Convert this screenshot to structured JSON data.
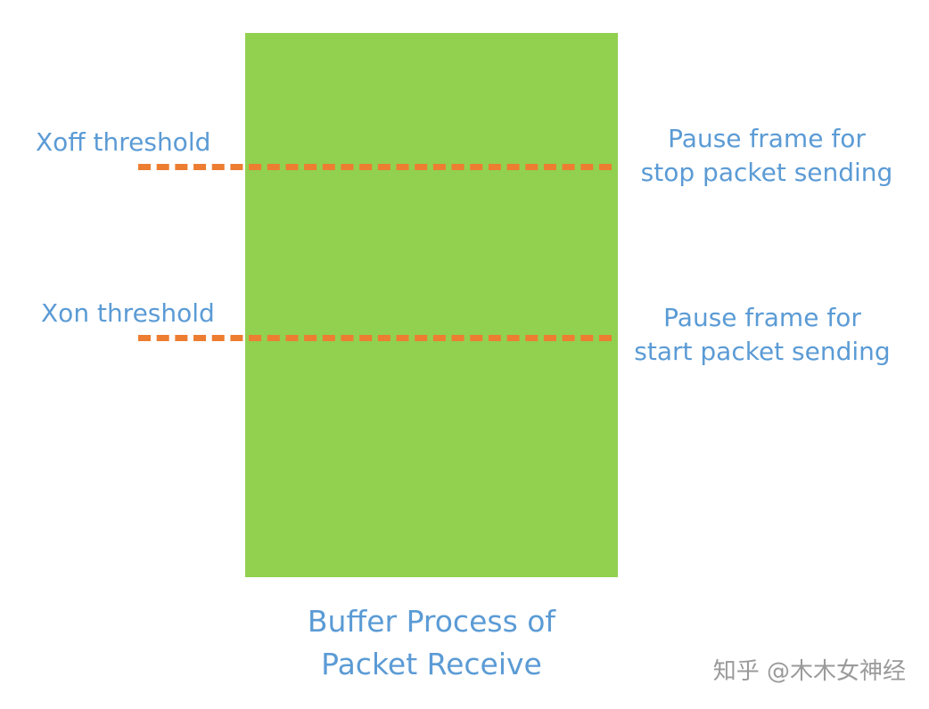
{
  "diagram": {
    "xoff_label": "Xoff threshold",
    "xon_label": "Xon threshold",
    "xoff_action": [
      "Pause frame for",
      "stop packet sending"
    ],
    "xon_action": [
      "Pause frame for",
      "start packet sending"
    ],
    "caption": [
      "Buffer Process of",
      "Packet Receive"
    ]
  },
  "colors": {
    "buffer": "#92d050",
    "threshold_line": "#ed7d31",
    "text": "#5b9bd5"
  },
  "watermark": "知乎 @木木女神经"
}
